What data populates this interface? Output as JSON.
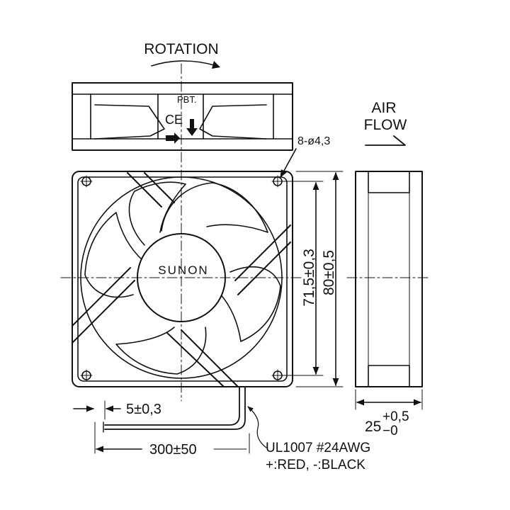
{
  "top_view": {
    "rotation_label": "ROTATION",
    "material_label": "PBT.",
    "ce_mark": "CE"
  },
  "airflow": {
    "line1": "AIR",
    "line2": "FLOW"
  },
  "front_view": {
    "hub_brand": "SUNON",
    "mount_holes_label": "8-ø4,3",
    "hole_spacing_label": "71,5±0,3",
    "frame_size_label": "80±0,5"
  },
  "side_view": {
    "thickness_nominal": "25",
    "thickness_upper_tol": "+0,5",
    "thickness_lower_tol": "−0"
  },
  "leads": {
    "strip_length_label": "5±0,3",
    "lead_length_label": "300±50",
    "wire_spec_label": "UL1007 #24AWG",
    "wire_colors_label": "+:RED, -:BLACK"
  },
  "colors": {
    "line": "#111111",
    "background": "#ffffff"
  }
}
